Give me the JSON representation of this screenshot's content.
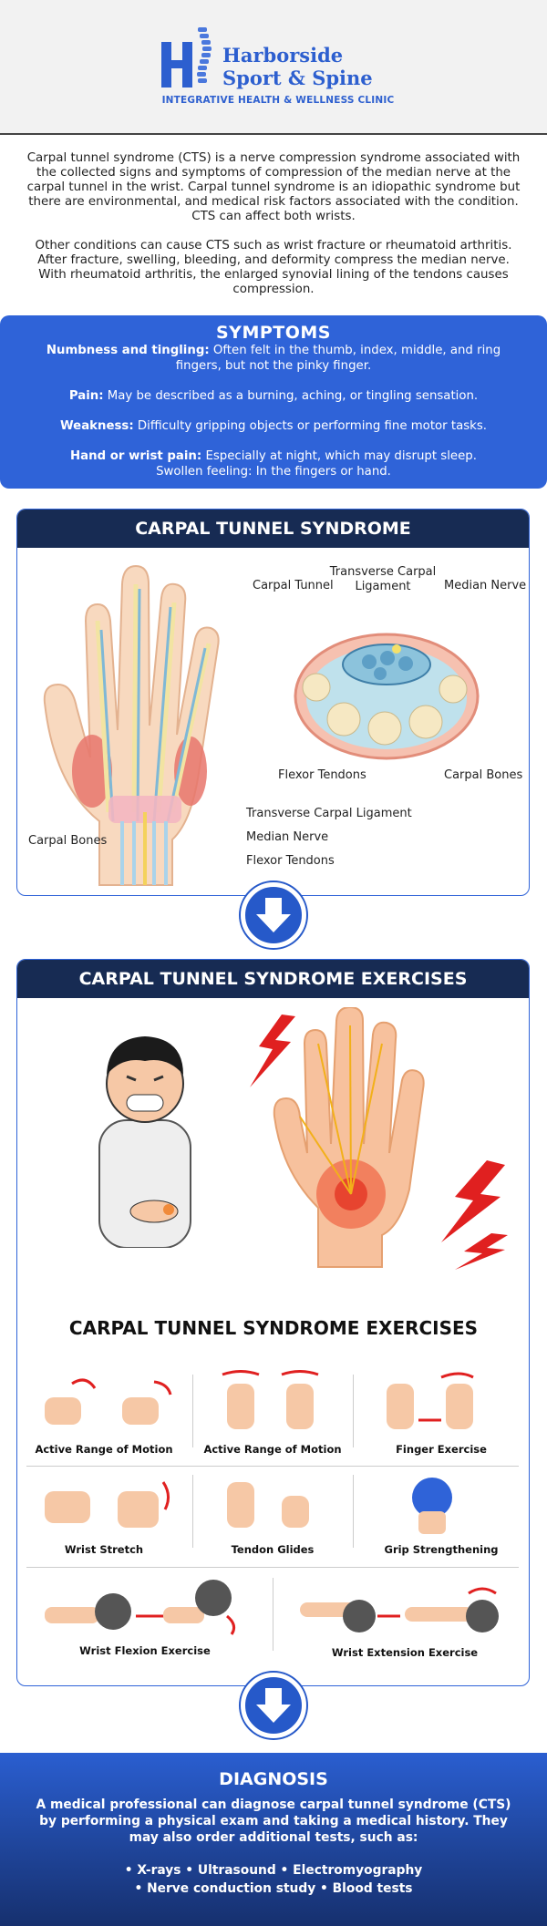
{
  "header": {
    "brand_line1": "Harborside",
    "brand_line2": "Sport & Spine",
    "tagline": "INTEGRATIVE HEALTH & WELLNESS CLINIC",
    "brand_color": "#2d5fcf"
  },
  "intro": {
    "paragraph1": "Carpal tunnel syndrome (CTS) is a nerve compression syndrome associated with the collected signs and symptoms of compression of the median nerve at the carpal tunnel in the wrist. Carpal tunnel syndrome is an idiopathic syndrome but there are environmental, and medical risk factors associated with the condition. CTS can affect both wrists.",
    "paragraph2": "Other conditions can cause CTS such as wrist fracture or rheumatoid arthritis. After fracture, swelling, bleeding, and deformity compress the median nerve. With rheumatoid arthritis, the enlarged synovial lining of the tendons causes compression."
  },
  "symptoms": {
    "title": "SYMPTOMS",
    "items": [
      {
        "label": "Numbness and tingling:",
        "text": " Often felt in the thumb, index, middle, and ring fingers, but not the pinky finger."
      },
      {
        "label": "Pain:",
        "text": " May be described as a burning, aching, or tingling sensation."
      },
      {
        "label": "Weakness:",
        "text": " Difficulty gripping objects or performing fine motor tasks."
      },
      {
        "label": "Hand or wrist pain:",
        "text": " Especially at night, which may disrupt sleep."
      }
    ],
    "extra_line": "Swollen feeling: In the fingers or hand.",
    "bg_color": "#2f63d8"
  },
  "anatomy": {
    "title": "CARPAL TUNNEL SYNDROME",
    "labels": {
      "carpal_tunnel": "Carpal  Tunnel",
      "transverse_ligament_top_1": "Transverse  Carpal",
      "transverse_ligament_top_2": "Ligament",
      "median_nerve_top": "Median Nerve",
      "flexor_tendons_top": "Flexor  Tendons",
      "carpal_bones_right": "Carpal Bones",
      "transverse_ligament_bottom": "Transverse  Carpal Ligament",
      "median_nerve_bottom": "Median Nerve",
      "flexor_tendons_bottom": "Flexor  Tendons",
      "carpal_bones_left": "Carpal  Bones"
    }
  },
  "exercises": {
    "title": "CARPAL TUNNEL SYNDROME EXERCISES",
    "subtitle": "CARPAL TUNNEL SYNDROME EXERCISES",
    "row1": [
      "Active Range of Motion",
      "Active Range of Motion",
      "Finger Exercise"
    ],
    "row2": [
      "Wrist Stretch",
      "Tendon Glides",
      "Grip Strengthening"
    ],
    "row3": [
      "Wrist Flexion Exercise",
      "Wrist Extension Exercise"
    ]
  },
  "diagnosis": {
    "title": "DIAGNOSIS",
    "text": "A medical professional can diagnose carpal tunnel syndrome (CTS) by performing a physical exam and taking a medical history. They may also order additional tests, such as:",
    "tests_line1": "• X-rays  • Ultrasound  • Electromyography",
    "tests_line2": "• Nerve conduction study  • Blood tests"
  },
  "colors": {
    "navy": "#172b53",
    "accent_blue": "#2659c9",
    "skin": "#f6c8a6",
    "pain_red": "#e02020"
  },
  "icons": [
    "down-arrow-icon",
    "spine-logo-icon",
    "hand-anatomy-illustration",
    "pain-lightning-icon"
  ]
}
